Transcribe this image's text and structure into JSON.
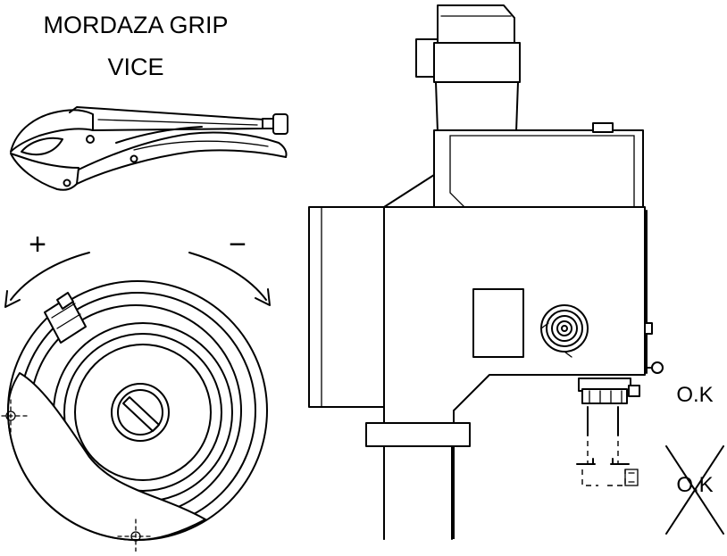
{
  "labels": {
    "title_line1": "MORDAZA GRIP",
    "title_line2": "VICE",
    "plus_sign": "+",
    "minus_sign": "−",
    "ok_correct": "O.K",
    "ok_incorrect": "O.K"
  },
  "colors": {
    "line": "#000000",
    "background": "#ffffff"
  }
}
